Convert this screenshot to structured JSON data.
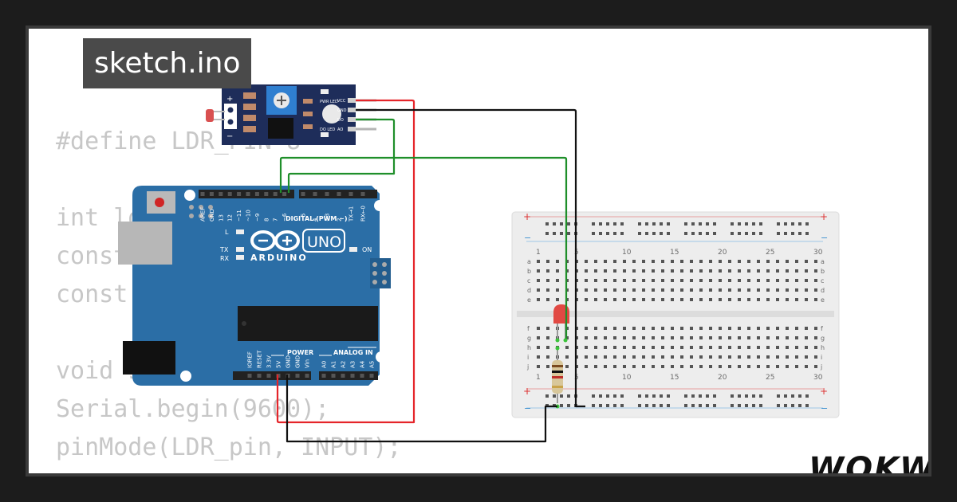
{
  "file_tab": {
    "name": "sketch.ino"
  },
  "code_lines": [
    "#define LDR_PIN 8",
    "",
    "int ldr",
    "const int ledPin = 7;",
    "const",
    "",
    "void setup() {",
    "Serial.begin(9600);",
    "pinMode(LDR_pin, INPUT);"
  ],
  "brand": {
    "logo": "WOKWi"
  },
  "sensor_module": {
    "pins": [
      "VCC",
      "GND",
      "DO",
      "AO"
    ],
    "led_labels": [
      "PWR LED",
      "DO LED"
    ],
    "plus": "+",
    "minus": "−"
  },
  "arduino": {
    "logo_text": "ARDUINO",
    "model": "UNO",
    "digital_label": "DIGITAL (PWM ~)",
    "top_pins": [
      "AREF",
      "GND",
      "13",
      "12",
      "~11",
      "~10",
      "~9",
      "8",
      "7",
      "~6",
      "~5",
      "4",
      "~3",
      "2",
      "TX→1",
      "RX←0"
    ],
    "power_label": "POWER",
    "analog_label": "ANALOG IN",
    "power_pins": [
      "IOREF",
      "RESET",
      "3.3V",
      "5V",
      "GND",
      "GND",
      "Vin"
    ],
    "analog_pins": [
      "A0",
      "A1",
      "A2",
      "A3",
      "A4",
      "A5"
    ],
    "led_l": "L",
    "led_tx": "TX",
    "led_rx": "RX",
    "led_on": "ON"
  },
  "breadboard": {
    "column_numbers": [
      "1",
      "5",
      "10",
      "15",
      "20",
      "25",
      "30"
    ],
    "rows_top": [
      "a",
      "b",
      "c",
      "d",
      "e"
    ],
    "rows_bottom": [
      "f",
      "g",
      "h",
      "i",
      "j"
    ],
    "plus": "+",
    "minus": "−"
  },
  "colors": {
    "wire_red": "#e5252a",
    "wire_black": "#111111",
    "wire_green": "#1f8f2a",
    "board_blue": "#2b6ea6",
    "module_navy": "#1e2d5a"
  }
}
